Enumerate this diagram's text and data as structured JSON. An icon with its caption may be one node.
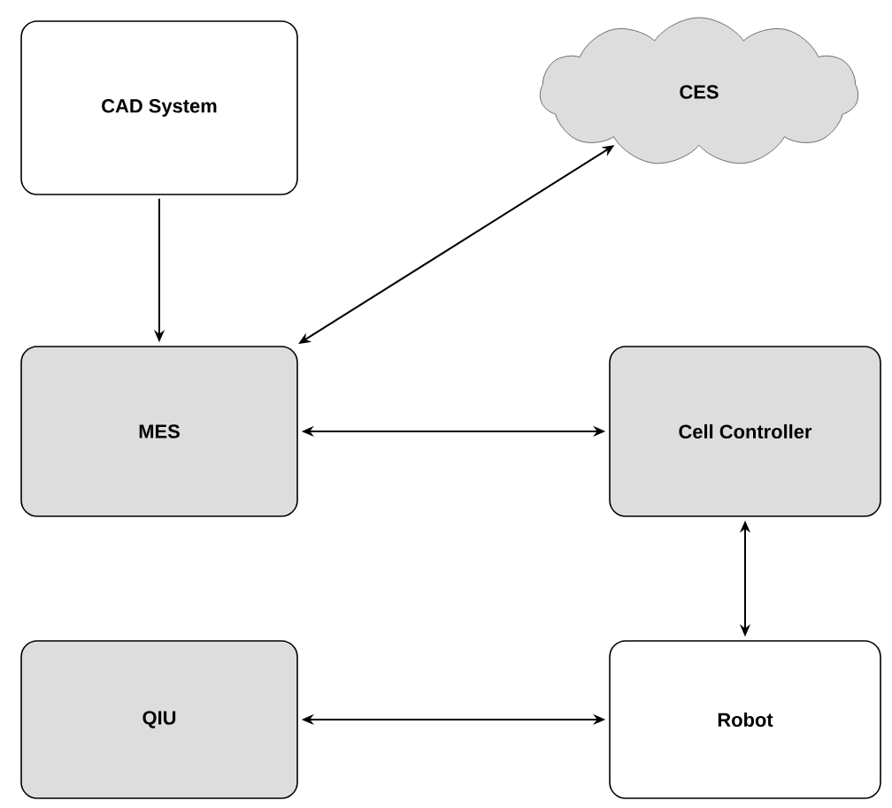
{
  "diagram": {
    "nodes": [
      {
        "text": [
          "CAD System"
        ]
      },
      {
        "text": [
          "CES"
        ]
      },
      {
        "text": [
          "MES"
        ]
      },
      {
        "text": [
          "Cell Controller"
        ]
      },
      {
        "text": [
          "QIU"
        ]
      },
      {
        "text": [
          "Robot"
        ]
      }
    ],
    "edges": [
      {
        "from": 0,
        "to": 2,
        "arrow": "to"
      },
      {
        "from": 1,
        "to": 2,
        "arrow": "both"
      },
      {
        "from": 2,
        "to": 3,
        "arrow": "both"
      },
      {
        "from": 3,
        "to": 5,
        "arrow": "both"
      },
      {
        "from": 4,
        "to": 5,
        "arrow": "both"
      }
    ]
  }
}
